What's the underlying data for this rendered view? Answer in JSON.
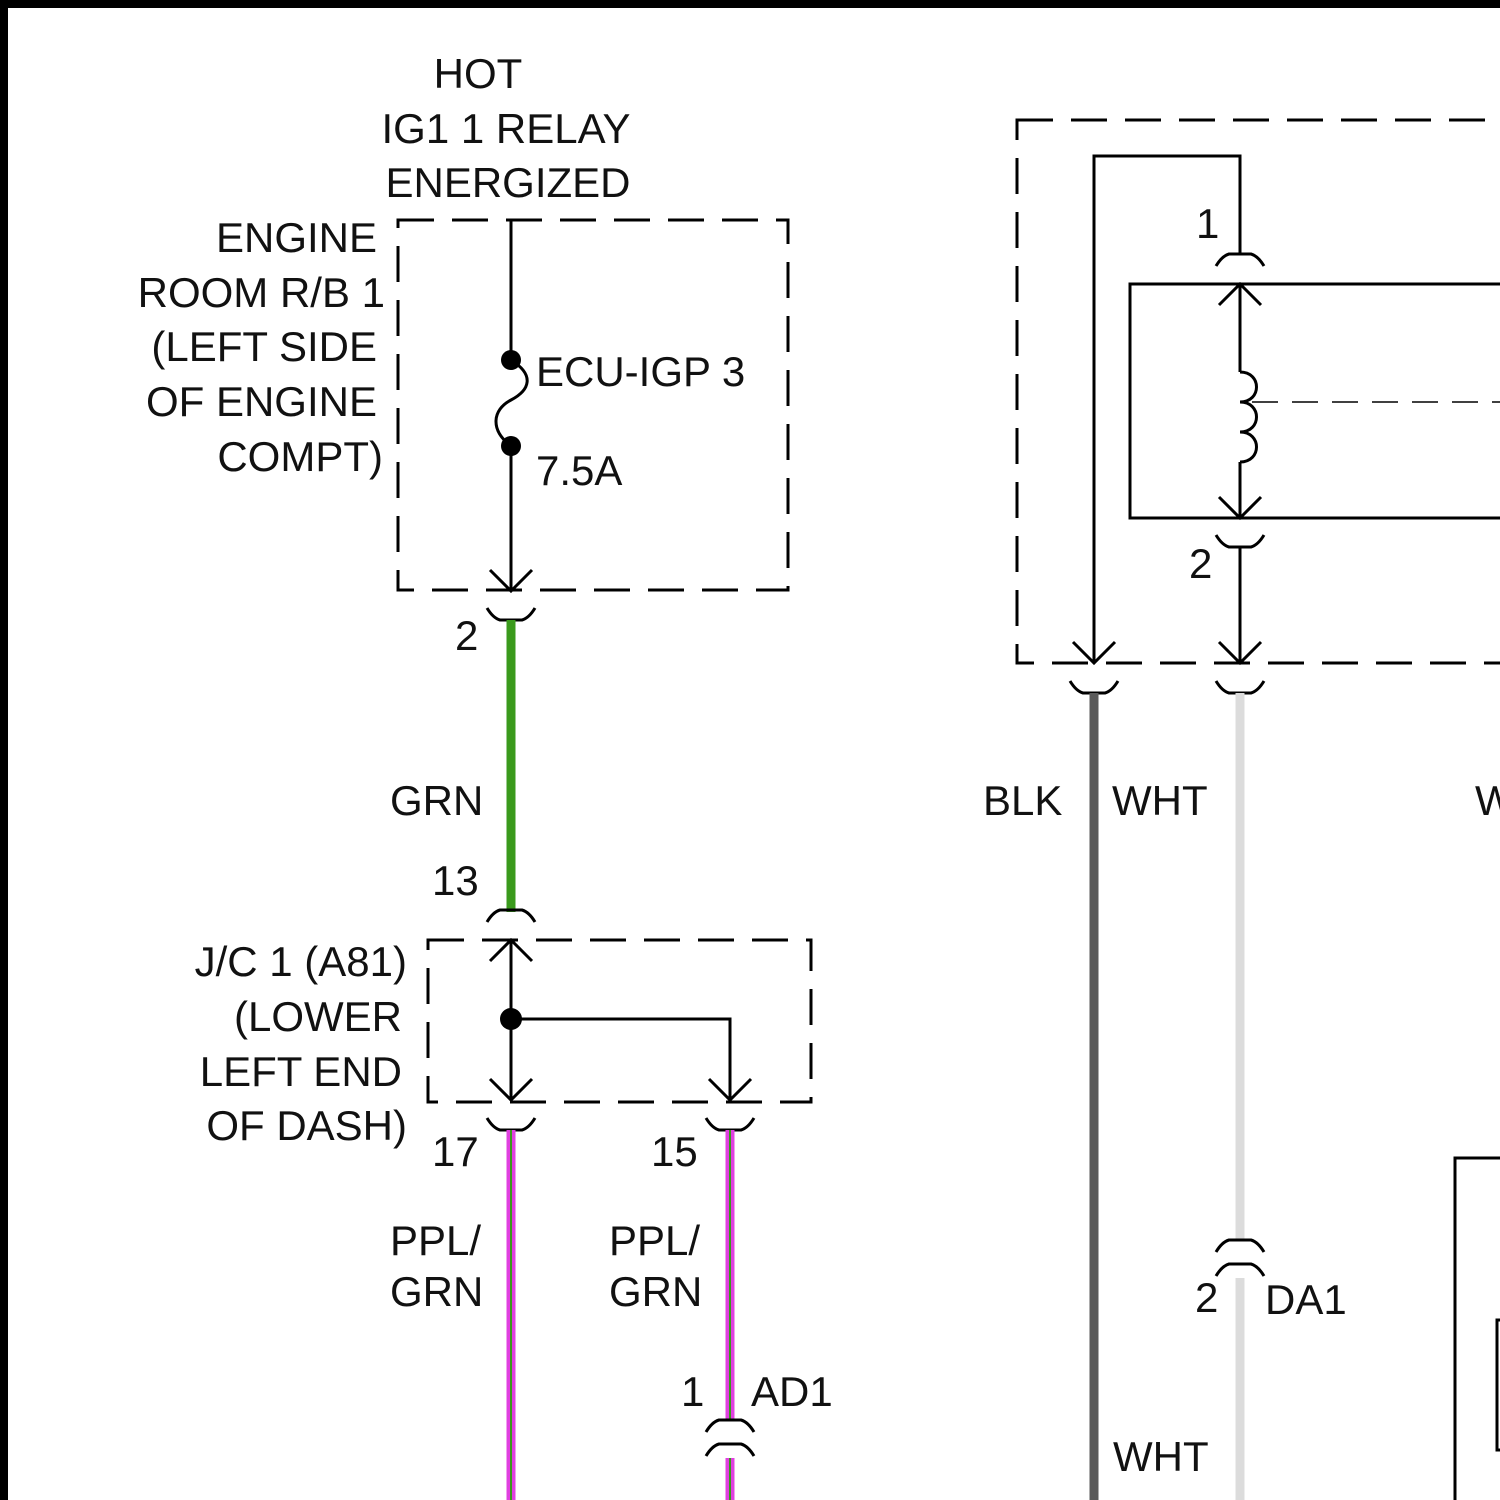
{
  "title_lines": [
    "HOT",
    "IG1 1 RELAY",
    "ENERGIZED"
  ],
  "relay_box": {
    "label_lines": [
      "ENGINE",
      "ROOM R/B 1",
      "(LEFT SIDE",
      "OF ENGINE",
      "COMPT)"
    ],
    "fuse_name": "ECU-IGP 3",
    "fuse_rating": "7.5A",
    "pin_out": "2"
  },
  "wires": {
    "grn": "GRN",
    "ppl_grn_1_line1": "PPL/",
    "ppl_grn_1_line2": "GRN",
    "ppl_grn_2_line1": "PPL/",
    "ppl_grn_2_line2": "GRN",
    "blk": "BLK",
    "wht_top": "WHT",
    "wht_bottom": "WHT",
    "w_partial": "W"
  },
  "junction": {
    "pin_in": "13",
    "label_lines": [
      "J/C 1 (A81)",
      "(LOWER",
      "LEFT END",
      "OF DASH)"
    ],
    "pin_out_a": "17",
    "pin_out_b": "15"
  },
  "connector_ad1": {
    "pin": "1",
    "name": "AD1"
  },
  "connector_da1": {
    "pin": "2",
    "name": "DA1"
  },
  "relay_component": {
    "pin_top": "1",
    "pin_bottom": "2"
  },
  "colors": {
    "grn": "#3a9a1c",
    "ppl": "#e040e0",
    "blk": "#5a5a5a",
    "wht": "#dcdcdc"
  }
}
